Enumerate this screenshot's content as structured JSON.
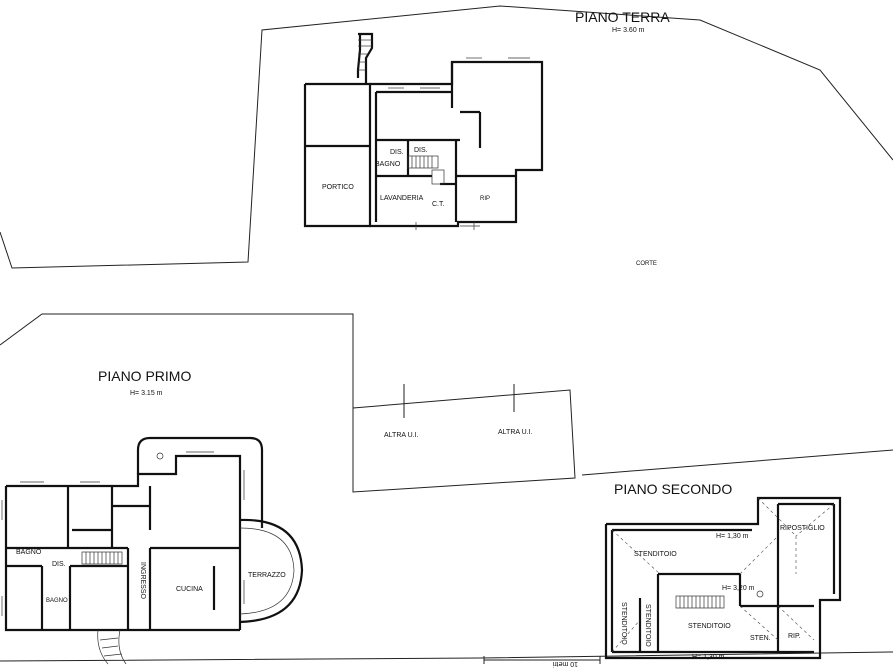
{
  "ground_floor": {
    "title": "PIANO TERRA",
    "height": "H= 3.60 m",
    "rooms": {
      "portico": "PORTICO",
      "dis_1": "DIS.",
      "dis_2": "DIS.",
      "bagno": "BAGNO",
      "lavanderia": "LAVANDERIA",
      "ct": "C.T.",
      "rip": "RIP",
      "corte": "CORTE"
    }
  },
  "first_floor": {
    "title": "PIANO PRIMO",
    "height": "H= 3.15 m",
    "rooms": {
      "bagno": "BAGNO",
      "dis": "DIS.",
      "bagno_small": "BAGNO",
      "ingresso": "INGRESSO",
      "cucina": "CUCINA",
      "terrazzo": "TERRAZZO"
    }
  },
  "other_units": {
    "left": "ALTRA U.I.",
    "right": "ALTRA U.I."
  },
  "second_floor": {
    "title": "PIANO SECONDO",
    "heights": {
      "top": "H= 1,30 m",
      "middle": "H= 3,20 m",
      "bottom": "H= 1,30 m"
    },
    "rooms": {
      "stenditoio_1": "STENDITOIO",
      "stenditoio_2": "STENDITOIO",
      "stenditoio_3": "STENDITOIO",
      "stenditoio_4": "STENDITOIO",
      "ripostiglio": "RIPOSTIGLIO",
      "sten": "STEN.",
      "rip": "RIP."
    }
  },
  "scale_label": "10 metri"
}
